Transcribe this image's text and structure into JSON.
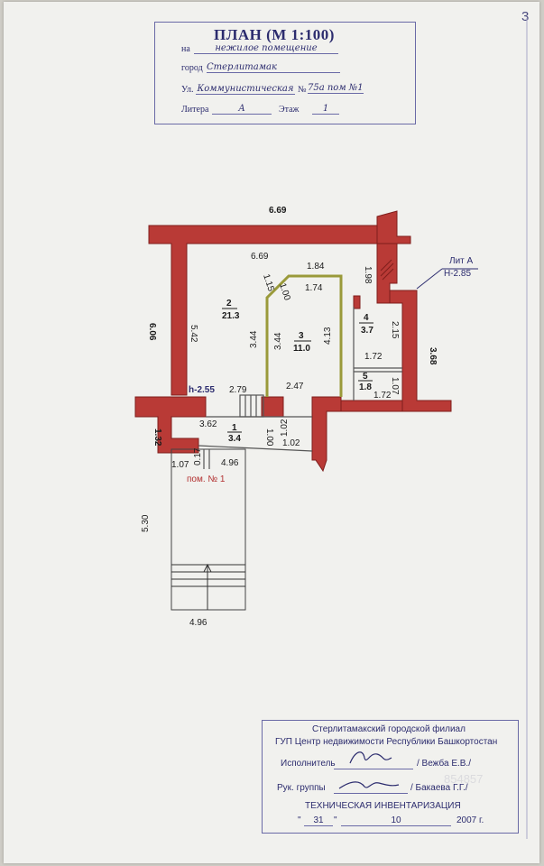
{
  "page_number": "3",
  "header": {
    "title": "ПЛАН (М 1:100)",
    "na_label": "на",
    "na_value": "нежилое  помещение",
    "city_label": "город",
    "city_value": "Стерлитамак",
    "street_label": "Ул.",
    "street_value": "Коммунистическая",
    "number_label": "№",
    "number_value": "75а  пом №1",
    "litera_label": "Литера",
    "litera_value": "А",
    "floor_label": "Этаж",
    "floor_value": "1"
  },
  "plan": {
    "overall_width": "6.69",
    "inner_width": "6.69",
    "left_height": "6.06",
    "inner_left_height": "5.42",
    "room2_id": "2",
    "room2_area": "21.3",
    "room3_id": "3",
    "room3_area": "11.0",
    "room4_id": "4",
    "room4_area": "3.7",
    "room5_id": "5",
    "room5_area": "1.8",
    "room1_id": "1",
    "room1_area": "3.4",
    "dim_1_84": "1.84",
    "dim_1_74": "1.74",
    "dim_1_15": "1.15",
    "dim_1_00a": "1.00",
    "dim_1_98": "1.98",
    "dim_3_44a": "3.44",
    "dim_3_44b": "3.44",
    "dim_4_13": "4.13",
    "dim_2_15": "2.15",
    "dim_3_68": "3.68",
    "dim_1_72a": "1.72",
    "dim_1_72b": "1.72",
    "dim_1_07a": "1.07",
    "dim_2_79": "2.79",
    "dim_2_47": "2.47",
    "h_mark": "h-2.55",
    "dim_3_62": "3.62",
    "dim_1_00b": "1.00",
    "dim_1_02a": "1.02",
    "dim_1_02b": "1.02",
    "dim_1_32": "1.32",
    "dim_1_07b": "1.07",
    "dim_0_17": "0.17",
    "dim_4_96a": "4.96",
    "pom_label": "пом. № 1",
    "dim_5_30": "5.30",
    "dim_4_96b": "4.96",
    "lit_label": "Лит А",
    "lit_height": "H-2.85"
  },
  "stamp": {
    "org_line1": "Стерлитамакский городской филиал",
    "org_line2": "ГУП Центр недвижимости Республики Башкортостан",
    "executor_label": "Исполнитель",
    "executor_name": "/ Вежба Е.В./",
    "group_label": "Рук. группы",
    "group_name": "/ Бакаева Г.Г./",
    "inventory": "ТЕХНИЧЕСКАЯ ИНВЕНТАРИЗАЦИЯ",
    "day": "31",
    "month": "10",
    "year": "2007 г."
  },
  "watermark": "854857",
  "colors": {
    "wall": "#b93a36",
    "wall_stroke": "#7e1e1c",
    "ink": "#2c2c6e"
  }
}
